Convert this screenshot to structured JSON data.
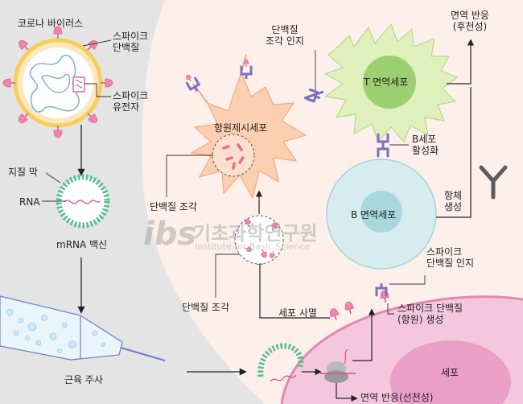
{
  "labels": {
    "corona_virus": "코로나 바이러스",
    "spike_protein": "스파이크\n단백질",
    "spike_gene": "스파이크\n유전자",
    "lipid_membrane": "지질 막",
    "rna": "RNA",
    "mrna_vaccine": "mRNA 백신",
    "muscle_injection": "근육 주사",
    "protein_fragment_recognition": "단백질\n조각 인지",
    "t_cell": "T 면역세포",
    "immune_response_later": "면역 반응\n(후천성)",
    "apc": "항원제시세포",
    "b_cell_activation": "B세포\n활성화",
    "protein_fragment_1": "단백질 조각",
    "antibody_production": "항체\n생성",
    "b_cell": "B 면역세포",
    "spike_protein_recognition": "스파이크\n단백질 인지",
    "protein_fragment_2": "단백질 조각",
    "cell_death": "세포 사멸",
    "spike_protein_antigen": "스파이크 단백질\n(항원) 생성",
    "cell": "세포",
    "immune_response_innate": "면역 반응(선천성)"
  },
  "watermark": {
    "logo": "ibs",
    "korean": "기초과학연구원",
    "english": "Institute for Basic Science"
  },
  "colors": {
    "left_panel": "#e4e4e4",
    "right_panel": "#fdf0ea",
    "cell_body": "#f4c7dc",
    "t_cell": "#dff0bc",
    "t_nucleus": "#9ccf70",
    "b_cell": "#d6ecef",
    "b_nucleus": "#a8d7de",
    "apc": "#fbcfb0",
    "spike": "#f28cb2",
    "receptor": "#7a70c4",
    "rna_bead": "#54bd94",
    "virus_ring": "#f6cf5a"
  }
}
